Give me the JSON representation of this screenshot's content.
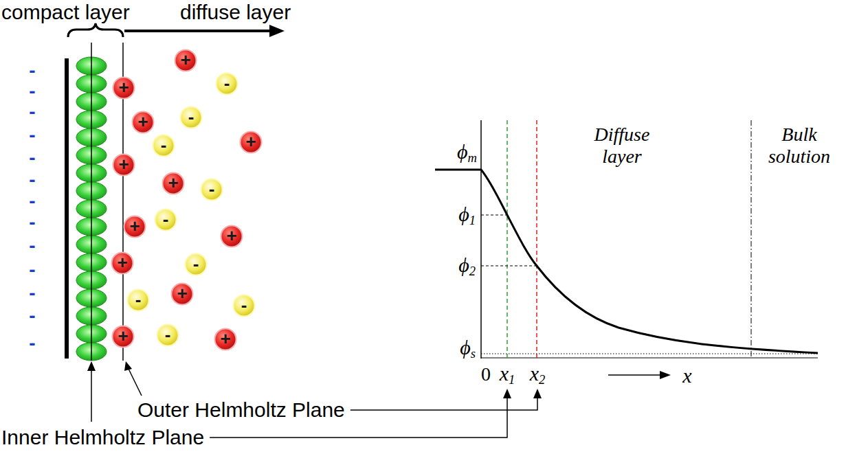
{
  "diagram": {
    "nodes": [
      {
        "text": [
          "+"
        ]
      },
      {
        "text": [
          "-"
        ]
      },
      {
        "text": [
          "+"
        ]
      },
      {
        "text": [
          "-"
        ]
      },
      {
        "text": [
          "+"
        ]
      },
      {
        "text": [
          "+"
        ]
      },
      {
        "text": [
          "-"
        ]
      },
      {
        "text": [
          "+"
        ]
      },
      {
        "text": [
          "+"
        ]
      },
      {
        "text": [
          "-"
        ]
      },
      {
        "text": [
          "-"
        ]
      },
      {
        "text": [
          "+"
        ]
      },
      {
        "text": [
          "+"
        ]
      },
      {
        "text": [
          "+"
        ]
      },
      {
        "text": [
          "-"
        ]
      },
      {
        "text": [
          "+"
        ]
      },
      {
        "text": [
          "-"
        ]
      },
      {
        "text": [
          "-"
        ]
      },
      {
        "text": [
          "-"
        ]
      },
      {
        "text": [
          "+"
        ]
      },
      {
        "text": [
          "+"
        ]
      }
    ],
    "labels": [
      "compact layer",
      "diffuse layer",
      "-",
      "-",
      "-",
      "-",
      "-",
      "-",
      "-",
      "-",
      "-",
      "-",
      "-",
      "-",
      "-",
      "ϕm",
      "ϕ1",
      "ϕ2",
      "ϕs",
      "Diffuse layer",
      "Bulk solution",
      "0",
      "x1",
      "x2",
      "x",
      "Outer Helmholtz Plane",
      "Inner Helmholtz Plane"
    ]
  }
}
